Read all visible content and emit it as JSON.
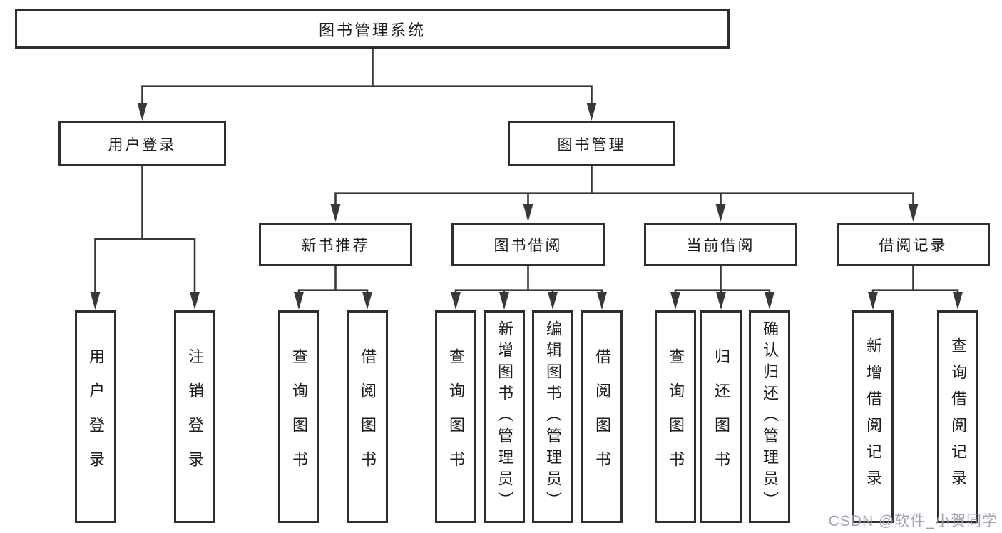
{
  "colors": {
    "line": "#383838",
    "box_border": "#2e2e2e",
    "text": "#1d1d1f",
    "watermark_text": "#9aa0aa",
    "background": "#ffffff"
  },
  "diagram": {
    "root": {
      "label": "图书管理系统"
    },
    "level2": [
      {
        "id": "user-login",
        "label": "用户登录"
      },
      {
        "id": "book-management",
        "label": "图书管理"
      }
    ],
    "level3": [
      {
        "id": "new-book-recommendation",
        "label": "新书推荐"
      },
      {
        "id": "book-borrowing",
        "label": "图书借阅"
      },
      {
        "id": "current-borrowing",
        "label": "当前借阅"
      },
      {
        "id": "borrowing-records",
        "label": "借阅记录"
      }
    ],
    "leaves": {
      "userLogin": [
        {
          "label": "用户登录"
        },
        {
          "label": "注销登录"
        }
      ],
      "newBook": [
        {
          "label": "查询图书"
        },
        {
          "label": "借阅图书"
        }
      ],
      "bookBorrowing": [
        {
          "label": "查询图书"
        },
        {
          "label": "新增图书（管理员）"
        },
        {
          "label": "编辑图书（管理员）"
        },
        {
          "label": "借阅图书"
        }
      ],
      "currentBorrowing": [
        {
          "label": "查询图书"
        },
        {
          "label": "归还图书"
        },
        {
          "label": "确认归还（管理员）"
        }
      ],
      "borrowingRecords": [
        {
          "label": "新增借阅记录"
        },
        {
          "label": "查询借阅记录"
        }
      ]
    }
  },
  "watermark": "CSDN @软件_小贺同学"
}
